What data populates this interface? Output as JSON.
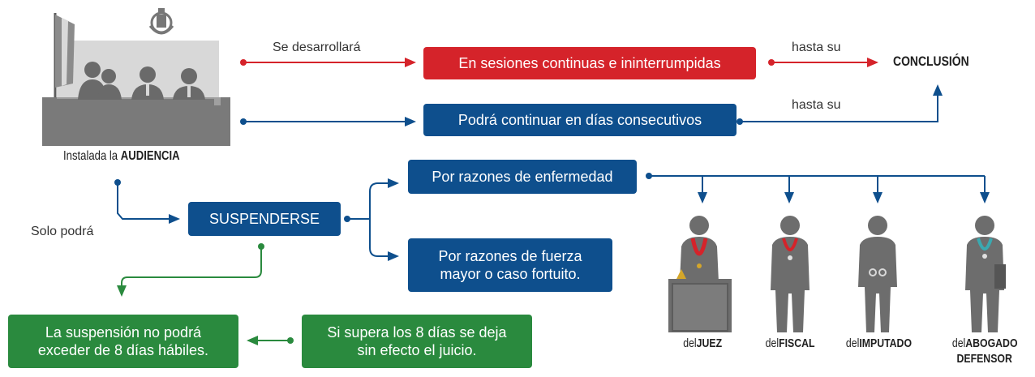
{
  "hearing": {
    "caption_prefix": "Instalada la",
    "caption_bold": "AUDIENCIA"
  },
  "flow_top": {
    "label_1": "Se desarrollará",
    "box_1": "En sesiones continuas e ininterrumpidas",
    "label_2": "hasta su",
    "conclusion": "CONCLUSIÓN",
    "box_2": "Podrá continuar en días consecutivos",
    "label_3": "hasta su"
  },
  "flow_suspend": {
    "label": "Solo podrá",
    "box": "SUSPENDERSE",
    "reason_1": "Por razones de enfermedad",
    "reason_2_line1": "Por razones de fuerza",
    "reason_2_line2": "mayor o caso fortuito."
  },
  "flow_limit": {
    "box_1_line1": "La suspensión no podrá",
    "box_1_line2": "exceder de 8 días hábiles.",
    "box_2_line1": "Si supera los 8 días se deja",
    "box_2_line2": "sin efecto el juicio."
  },
  "roles": [
    {
      "prefix": "del",
      "name": "JUEZ",
      "name2": ""
    },
    {
      "prefix": "del",
      "name": "FISCAL",
      "name2": ""
    },
    {
      "prefix": "del",
      "name": "IMPUTADO",
      "name2": ""
    },
    {
      "prefix": "del",
      "name": "ABOGADO",
      "name2": "DEFENSOR"
    }
  ],
  "colors": {
    "red": "#d5232a",
    "blue": "#0e4f8d",
    "green": "#2a8a3e",
    "silhouette": "#6d6d6d"
  }
}
